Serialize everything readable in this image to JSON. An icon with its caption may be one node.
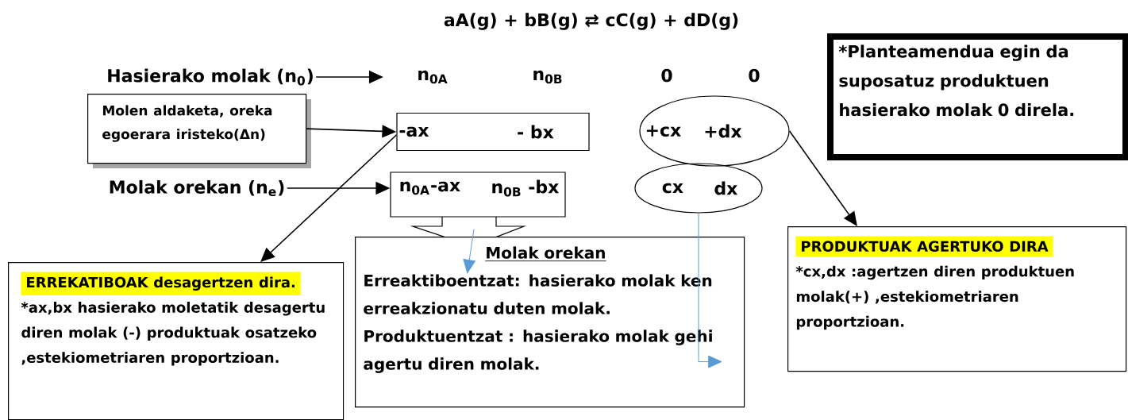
{
  "diagram": {
    "nodes": [
      {
        "text": [
          "Hasierako molak (n$_{0}$)"
        ]
      },
      {
        "text": [
          "n$_{0A}$"
        ]
      },
      {
        "text": [
          "Molen aldaketa, oreka egoerara iristeko(Δn)"
        ]
      },
      {
        "text": [
          "-ax",
          "- bx"
        ]
      },
      {
        "text": [
          "+cx",
          "+dx"
        ]
      },
      {
        "text": [
          "Molak orekan (n$_{e}$)"
        ]
      },
      {
        "text": [
          "n$_{0A}$-ax",
          "n$_{0B}$ -bx"
        ]
      },
      {
        "text": [
          "cx",
          "dx"
        ]
      },
      {
        "text": [
          "*Planteamendua egin da suposatuz produktuen hasierako molak 0 direla."
        ]
      },
      {
        "text": [
          "ERREKATIBOAK desagertzen dira.",
          "*ax,bx  hasierako moletatik desagertu diren molak (-) produktuak osatzeko ,estekiometriaren proportzioan."
        ]
      },
      {
        "text": [
          "Molak orekan",
          "Erreaktiboentzat: hasierako molak ken  erreakzionatu duten molak.",
          "Produktuentzat : hasierako molak gehi agertu diren molak."
        ]
      },
      {
        "text": [
          "PRODUKTUAK AGERTUKO DIRA",
          "*cx,dx :agertzen diren produktuen molak(+) ,estekiometriaren proportzioan."
        ]
      }
    ],
    "edges": [
      {
        "from": 0,
        "to": 1,
        "arrow": "to"
      },
      {
        "from": 2,
        "to": 3,
        "arrow": "to"
      },
      {
        "from": 5,
        "to": 6,
        "arrow": "to"
      },
      {
        "from": 3,
        "to": 9,
        "arrow": "to"
      },
      {
        "from": 4,
        "to": 11,
        "arrow": "to"
      },
      {
        "from": 6,
        "to": 10,
        "arrow": "to",
        "color": "#5b9bd5"
      },
      {
        "from": 7,
        "to": 10,
        "arrow": "to",
        "color": "#5b9bd5"
      }
    ],
    "labels": [
      "aA(g)  +  bB(g)  ⇄  cC(g) + dD(g)",
      "n$_{0B}$",
      "0",
      "0"
    ]
  }
}
